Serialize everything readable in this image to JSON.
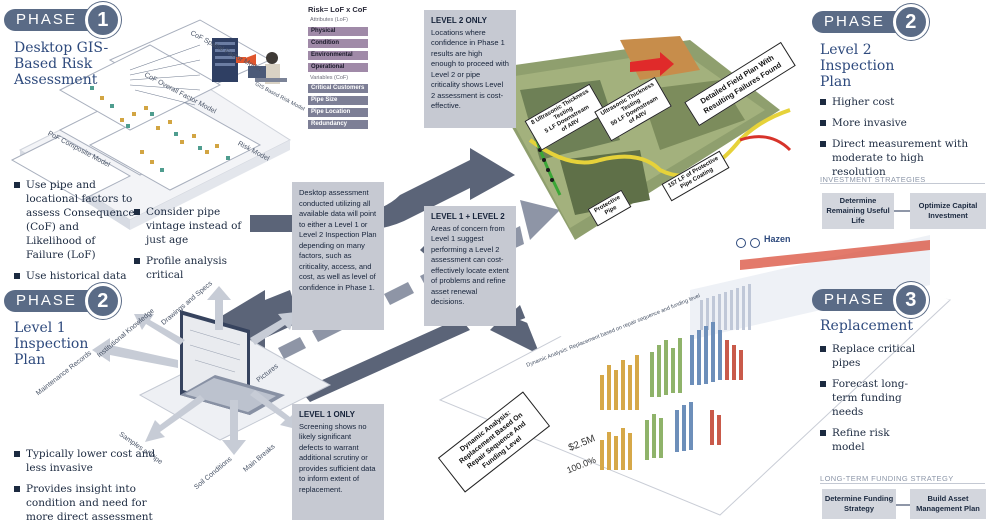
{
  "phase1": {
    "pill": "PHASE",
    "num": "1",
    "title_lines": [
      "Desktop GIS-",
      "Based Risk",
      "Assessment"
    ],
    "bullets_left": [
      "Use pipe and locational factors to assess Consequence (CoF) and Likelihood of Failure (LoF)",
      "Use historical data"
    ],
    "bullets_right": [
      "Consider pipe vintage instead of just age",
      "Profile analysis critical"
    ]
  },
  "risk": {
    "formula": "Risk= LoF x CoF",
    "lof_caption": "Attributes (LoF)",
    "lof_items": [
      "Physical",
      "Condition",
      "Environmental",
      "Operational"
    ],
    "cof_caption": "Variables (CoF)",
    "cof_items": [
      "Critical Customers",
      "Pipe Size",
      "Pipe Location",
      "Redundancy"
    ]
  },
  "diagram_labels": {
    "models": [
      "CoF Spatial Factor Model",
      "CoF Overall Factor Model",
      "PoF Composite Model",
      "Risk Model"
    ],
    "gis_model": "GIS Based Risk Model"
  },
  "phase2_left": {
    "pill": "PHASE",
    "num": "2",
    "title_lines": [
      "Level 1",
      "Inspection",
      "Plan"
    ],
    "bullets": [
      "Typically lower cost and less invasive",
      "Provides insight into condition and need for more direct assessment"
    ],
    "laptop_labels": [
      "Drawings and Specs",
      "Institutional Knowledge",
      "Pictures",
      "Maintenance Records",
      "Samples of Pipe",
      "Soil Conditions",
      "Main Breaks"
    ]
  },
  "phase2_right": {
    "pill": "PHASE",
    "num": "2",
    "title_lines": [
      "Level 2",
      "Inspection",
      "Plan"
    ],
    "bullets": [
      "Higher cost",
      "More invasive",
      "Direct measurement with moderate to high resolution"
    ],
    "strategy_caption": "INVESTMENT STRATEGIES",
    "strategies": [
      "Determine Remaining Useful Life",
      "Optimize Capital Investment"
    ]
  },
  "phase3": {
    "pill": "PHASE",
    "num": "3",
    "title": "Replacement",
    "bullets": [
      "Replace critical pipes",
      "Forecast long-term funding needs",
      "Refine risk model"
    ],
    "strategy_caption": "LONG-TERM FUNDING STRATEGY",
    "strategies": [
      "Determine Funding Strategy",
      "Build Asset Management Plan"
    ]
  },
  "boxes": {
    "desktop": "Desktop assessment conducted utilizing all available data will point to either a Level 1 or Level 2 Inspection Plan depending on many factors, such as criticality, access, and cost, as well as level of confidence in Phase 1.",
    "level2_title": "LEVEL 2 ONLY",
    "level2": "Locations where confidence in Phase 1 results are high enough to proceed with Level 2 or pipe criticality shows Level 2 assessment is cost-effective.",
    "level12_title": "LEVEL 1 + LEVEL 2",
    "level12": "Areas of concern from Level 1 suggest performing a Level 2 assessment can cost-effectively locate extent of problems and refine asset renewal decisions.",
    "level1_title": "LEVEL 1 ONLY",
    "level1": "Screening shows no likely significant defects to warrant additional scrutiny or provides sufficient data to inform extent of replacement."
  },
  "map": {
    "banner": "Detailed Field Plan With Resulting Failures Found",
    "sign1": [
      "8 Ultrasonic Thickness",
      "Testing",
      "5 LF Downstream",
      "of ARV"
    ],
    "sign2": [
      "Ultrasonic Thickness",
      "Testing",
      "50 LF Downstream",
      "of ARV"
    ],
    "sign3": [
      "157 LF of Protective",
      "Pipe Coating"
    ],
    "sign4": [
      "Protective",
      "Pipe"
    ]
  },
  "dashboard": {
    "brand": "Hazen",
    "header": "Dynamic Analysis: Replacement based on repair sequence and funding level",
    "banner": "Dynamic Analysis: Replacement Based On Repair Sequence And Funding Level",
    "kpi1": "$2.5M",
    "kpi2": "100.0%"
  },
  "colors": {
    "accent": "#2e4a7d",
    "pill": "#5a6b86",
    "callout": "#c6c9d2",
    "arrow": "#7b8397",
    "arrow_dark": "#5b6478"
  }
}
